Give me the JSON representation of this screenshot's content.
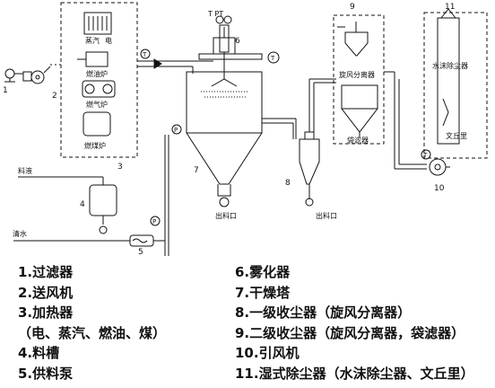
{
  "diagram": {
    "numbers": {
      "n1": "1",
      "n2": "2",
      "n3": "3",
      "n4": "4",
      "n5": "5",
      "n6": "6",
      "n7": "7",
      "n8": "8",
      "n9": "9",
      "n10": "10",
      "n11": "11"
    },
    "heater_labels": {
      "steam": "蒸汽",
      "electric": "电",
      "oil_furnace": "燃油炉",
      "gas_furnace": "燃气炉",
      "coal_furnace": "燃煤炉"
    },
    "collector_labels": {
      "cyclone": "旋风分离器",
      "bag_filter": "袋滤器",
      "water_film": "水沫除尘器",
      "venturi": "文丘里"
    },
    "flow_labels": {
      "feed_material": "料液",
      "water": "清水",
      "outlet_tower": "出料口",
      "outlet_cyclone": "出料口"
    },
    "instruments": {
      "t1": "T",
      "t2": "T",
      "p1": "P",
      "p2": "P",
      "top": "T PT",
      "fan_text": "T"
    }
  },
  "legend": {
    "left": [
      "1.过滤器",
      "2.送风机",
      "3.加热器",
      "（电、蒸汽、燃油、煤）",
      "4.料槽",
      "5.供料泵"
    ],
    "right": [
      "6.雾化器",
      "7.干燥塔",
      "8.一级收尘器（旋风分离器）",
      "9.二级收尘器（旋风分离器，袋滤器）",
      "10.引风机",
      "11.湿式除尘器（水沫除尘器、文丘里）"
    ]
  }
}
